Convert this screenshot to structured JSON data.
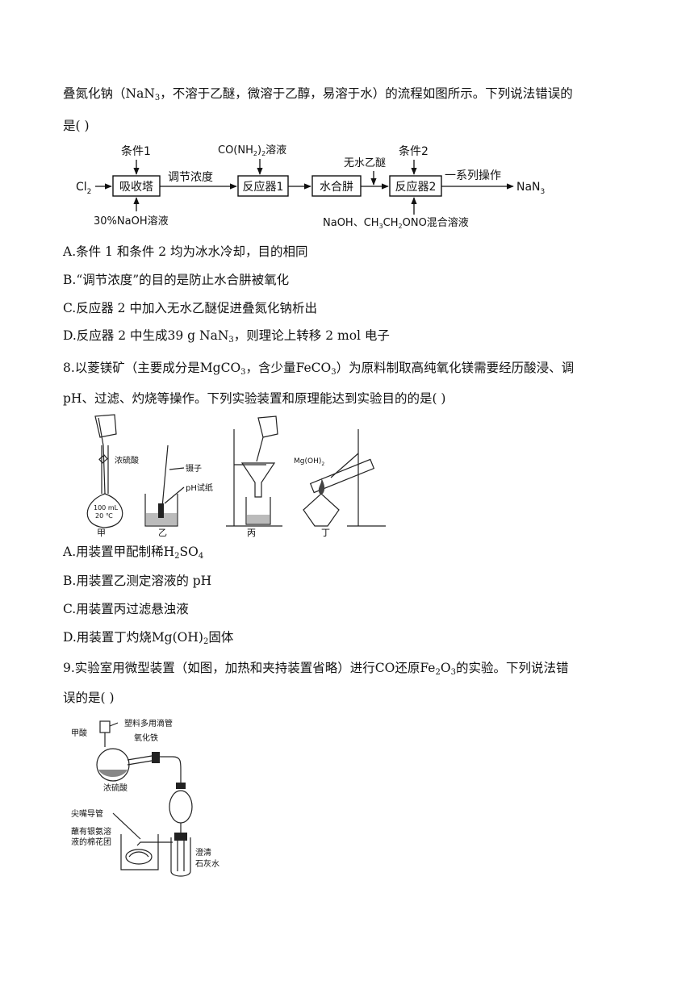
{
  "intro": {
    "line1_a": "叠氮化钠（",
    "line1_formula": "NaN",
    "line1_formula_sub": "3",
    "line1_b": "，不溶于乙醚，微溶于乙醇，易溶于水）的流程如图所示。下列说法错误的",
    "line2": "是(   )"
  },
  "flowchart": {
    "input": "Cl",
    "input_sub": "2",
    "absorber": "吸收塔",
    "condition1": "条件1",
    "naoh": "30%NaOH溶液",
    "adjust": "调节浓度",
    "urea": "CO(NH",
    "urea_sub": "2",
    "urea_tail": ")",
    "urea_sub2": "2",
    "urea_suffix": "溶液",
    "reactor1": "反应器1",
    "hydrazine": "水合肼",
    "ether": "无水乙醚",
    "condition2": "条件2",
    "reactor2": "反应器2",
    "series_ops": "一系列操作",
    "product": "NaN",
    "product_sub": "3",
    "mixture": "NaOH、CH",
    "mixture_sub1": "3",
    "mixture_mid": "CH",
    "mixture_sub2": "2",
    "mixture_tail": "ONO混合溶液"
  },
  "q7_options": {
    "A": "A.条件 1 和条件 2 均为冰水冷却，目的相同",
    "B": "B.“调节浓度”的目的是防止水合肼被氧化",
    "C": "C.反应器 2 中加入无水乙醚促进叠氮化钠析出",
    "D_a": "D.反应器 2 中生成",
    "D_b": "39 g NaN",
    "D_sub": "3",
    "D_c": "，则理论上转移 2 mol 电子"
  },
  "q8": {
    "line1_a": "8.以菱镁矿（主要成分是",
    "mgco3": "MgCO",
    "mgco3_sub": "3",
    "line1_b": "，含少量",
    "feco3": "FeCO",
    "feco3_sub": "3",
    "line1_c": "）为原料制取高纯氧化镁需要经历酸浸、调",
    "line2": "pH、过滤、灼烧等操作。下列实验装置和原理能达到实验目的的是(   )",
    "figure": {
      "acid_label": "浓硫酸",
      "flask_label1": "100 mL",
      "flask_label2": "20 ℃",
      "tweezers": "镊子",
      "ph_paper": "pH试纸",
      "mgoh": "Mg(OH)",
      "mgoh_sub": "2",
      "jia": "甲",
      "yi": "乙",
      "bing": "丙",
      "ding": "丁"
    },
    "A_a": "A.用装置甲配制稀",
    "A_f": "H",
    "A_sub1": "2",
    "A_f2": "SO",
    "A_sub2": "4",
    "B": "B.用装置乙测定溶液的 pH",
    "C": "C.用装置丙过滤悬浊液",
    "D_a": "D.用装置丁灼烧",
    "D_f": "Mg(OH)",
    "D_sub": "2",
    "D_b": "固体"
  },
  "q9": {
    "line1_a": "9.实验室用微型装置（如图，加热和夹持装置省略）进行",
    "co": "CO",
    "line1_b": "还原",
    "fe2o3_a": "Fe",
    "fe2o3_s1": "2",
    "fe2o3_b": "O",
    "fe2o3_s2": "3",
    "line1_c": "的实验。下列说法错",
    "line2": "误的是(   )",
    "figure": {
      "dropper": "塑料多用滴管",
      "formic_acid": "甲酸",
      "iron_oxide": "氧化铁",
      "sulfuric": "浓硫酸",
      "nozzle": "尖嘴导管",
      "cotton1": "蘸有银氨溶",
      "cotton2": "液的棉花团",
      "limewater1": "澄清",
      "limewater2": "石灰水"
    }
  }
}
